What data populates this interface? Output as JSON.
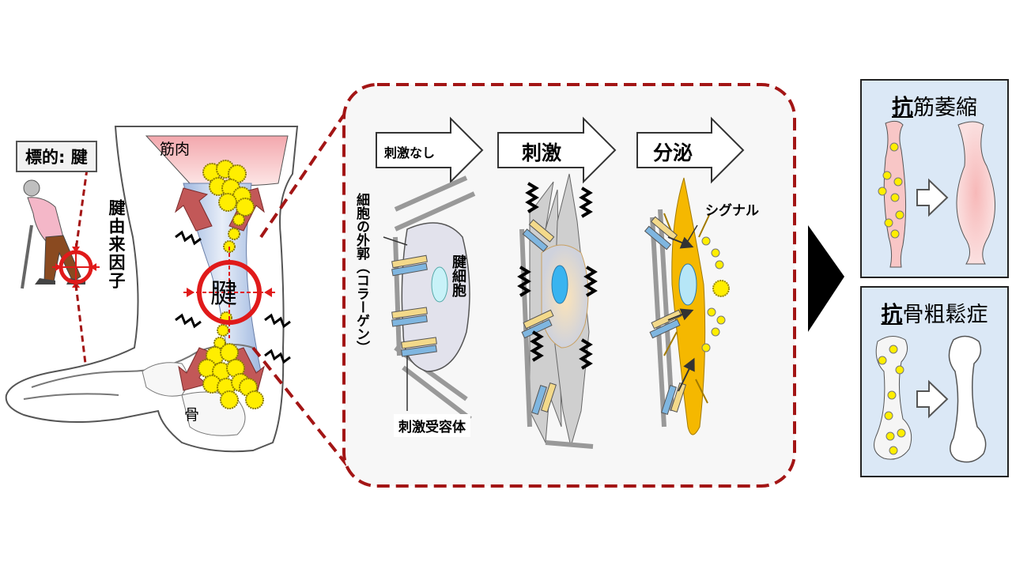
{
  "target_label": "標的: 腱",
  "labels": {
    "muscle": "筋肉",
    "tendon_factor": "腱由来因子",
    "tendon": "腱",
    "bone": "骨",
    "outer_cell": "細胞の外郭（コラーゲン）",
    "tendon_cell": "腱細胞",
    "receptor": "刺激受容体",
    "signal": "シグナル"
  },
  "stages": [
    {
      "label": "刺激なし"
    },
    {
      "label": "刺激"
    },
    {
      "label": "分泌"
    }
  ],
  "panels": [
    {
      "prefix": "抗",
      "suffix": "筋萎縮"
    },
    {
      "prefix": "抗",
      "suffix": "骨粗鬆症"
    }
  ],
  "colors": {
    "dash_red": "#a31515",
    "target_red": "#e01a1a",
    "panel_bg": "#dbe8f6",
    "cell_orange": "#f5b800",
    "yellow": "#ffee00"
  }
}
